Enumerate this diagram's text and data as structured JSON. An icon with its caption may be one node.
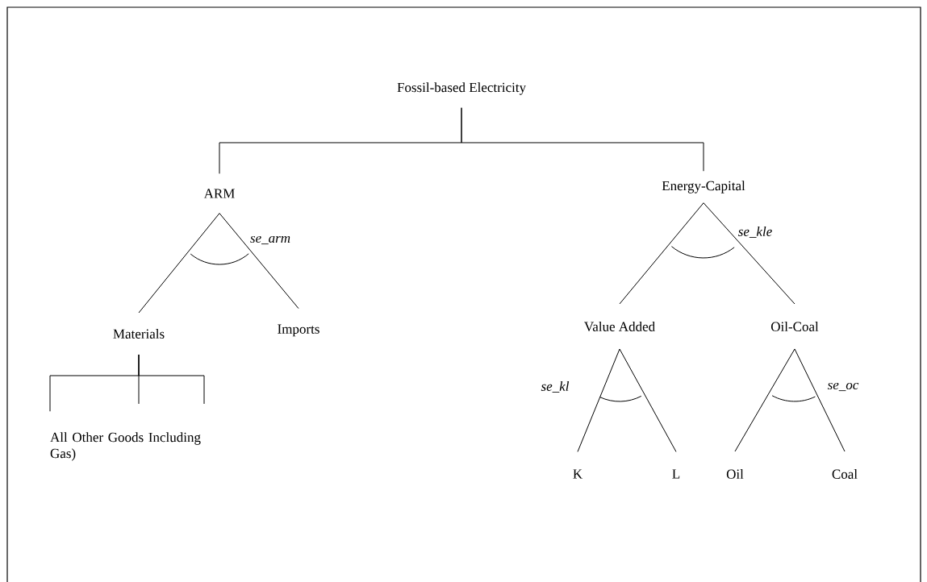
{
  "diagram": {
    "nodes": [
      {
        "text": [
          "Fossil-based Electricity"
        ]
      },
      {
        "text": [
          "ARM"
        ]
      },
      {
        "text": [
          "Energy-Capital"
        ]
      },
      {
        "text": [
          "Materials"
        ]
      },
      {
        "text": [
          "Imports"
        ]
      },
      {
        "text": [
          "All Other Goods Including Gas)"
        ]
      },
      {
        "text": [
          "Value Added"
        ]
      },
      {
        "text": [
          "Oil-Coal"
        ]
      },
      {
        "text": [
          "K"
        ]
      },
      {
        "text": [
          "L"
        ]
      },
      {
        "text": [
          "Oil"
        ]
      },
      {
        "text": [
          "Coal"
        ]
      }
    ],
    "edges": [
      {
        "from": 0,
        "to": 1,
        "arrow": "none"
      },
      {
        "from": 0,
        "to": 2,
        "arrow": "none"
      },
      {
        "from": 1,
        "to": 3,
        "arrow": "none"
      },
      {
        "from": 1,
        "to": 4,
        "arrow": "none"
      },
      {
        "from": 3,
        "to": 5,
        "arrow": "none"
      },
      {
        "from": 3,
        "to": null,
        "arrow": "none"
      },
      {
        "from": 3,
        "to": null,
        "arrow": "none"
      },
      {
        "from": 2,
        "to": 6,
        "arrow": "none"
      },
      {
        "from": 2,
        "to": 7,
        "arrow": "none"
      },
      {
        "from": 6,
        "to": 8,
        "arrow": "none"
      },
      {
        "from": 6,
        "to": 9,
        "arrow": "none"
      },
      {
        "from": 7,
        "to": 10,
        "arrow": "none"
      },
      {
        "from": 7,
        "to": 11,
        "arrow": "none"
      }
    ],
    "labels": [
      "se_arm",
      "se_kle",
      "se_kl",
      "se_oc"
    ]
  }
}
